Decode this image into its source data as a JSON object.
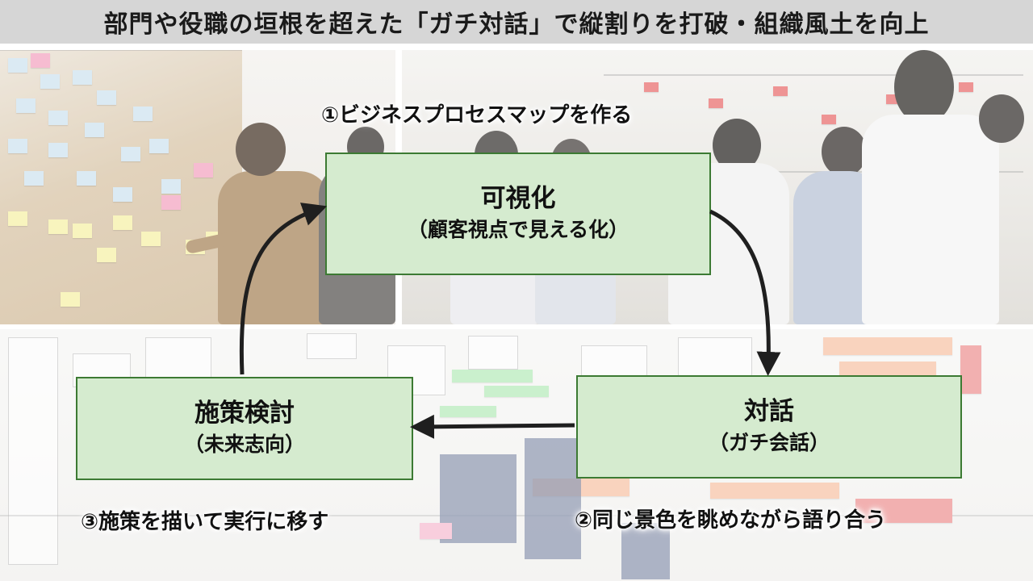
{
  "title": "部門や役職の垣根を超えた「ガチ対話」で縦割りを打破・組織風土を向上",
  "steps": {
    "step1": "①ビジネスプロセスマップを作る",
    "step2": "②同じ景色を眺めながら語り合う",
    "step3": "③施策を描いて実行に移す"
  },
  "boxes": {
    "visualize": {
      "main": "可視化",
      "sub": "（顧客視点で見える化）"
    },
    "dialogue": {
      "main": "対話",
      "sub": "（ガチ会話）"
    },
    "measures": {
      "main": "施策検討",
      "sub": "（未来志向）"
    }
  },
  "colors": {
    "box_fill": "#d5ebcf",
    "box_border": "#3c7a33",
    "title_bg": "#d6d6d6",
    "arrow": "#1f1f1f"
  }
}
